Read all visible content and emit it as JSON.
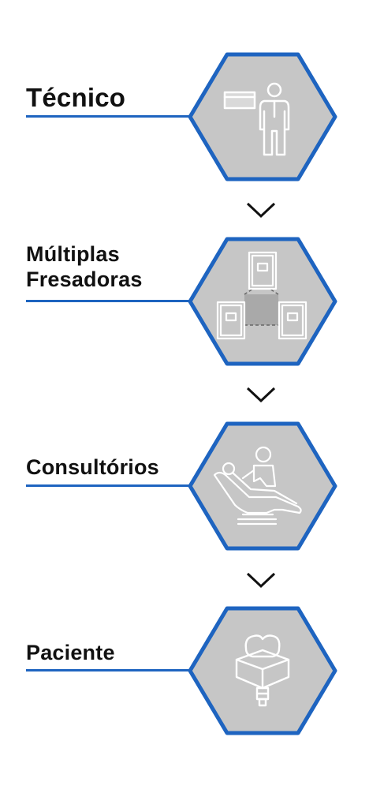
{
  "steps": [
    {
      "id": "tecnico",
      "lines": [
        "Técnico"
      ],
      "icon": "technician-icon"
    },
    {
      "id": "fresadoras",
      "lines": [
        "Múltiplas",
        "Fresadoras"
      ],
      "icon": "milling-machines-icon"
    },
    {
      "id": "consultorios",
      "lines": [
        "Consultórios"
      ],
      "icon": "dental-chair-icon"
    },
    {
      "id": "paciente",
      "lines": [
        "Paciente"
      ],
      "icon": "dental-crown-icon"
    }
  ],
  "colors": {
    "hex_fill": "#c6c6c6",
    "hex_stroke": "#1e64c0",
    "line": "#1e64c0",
    "text": "#111111",
    "icon_stroke": "#ffffff",
    "arrow": "#111111"
  }
}
